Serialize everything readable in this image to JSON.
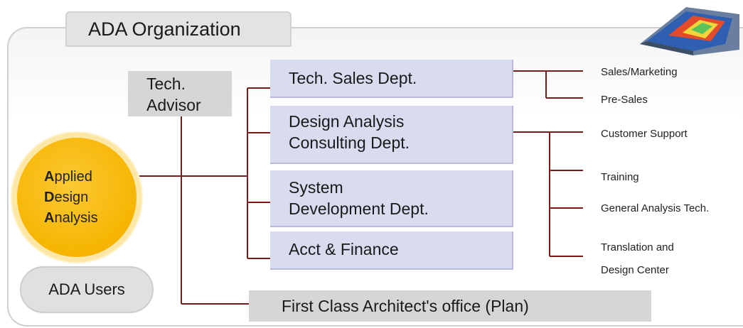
{
  "title": "ADA Organization",
  "center": {
    "l1_first": "A",
    "l1_rest": "pplied",
    "l2_first": "D",
    "l2_rest": "esign",
    "l3_first": "A",
    "l3_rest": "nalysis"
  },
  "advisor": {
    "line1": "Tech.",
    "line2": "Advisor"
  },
  "departments": {
    "sales": "Tech. Sales Dept.",
    "design_l1": "Design Analysis",
    "design_l2": "Consulting Dept.",
    "system_l1": "System",
    "system_l2": "Development Dept.",
    "acct": "Acct & Finance"
  },
  "office": "First Class Architect's office (Plan)",
  "users": "ADA Users",
  "sales_subs": [
    "Sales/Marketing",
    "Pre-Sales"
  ],
  "design_subs": [
    "Customer Support",
    "Training",
    "General Analysis Tech.",
    "Translation and",
    "Design Center"
  ],
  "colors": {
    "connector": "#7a1a1a",
    "circle": "#f6b400",
    "dept_box": "#d9dbef",
    "gray_box": "#d6d6d6"
  }
}
